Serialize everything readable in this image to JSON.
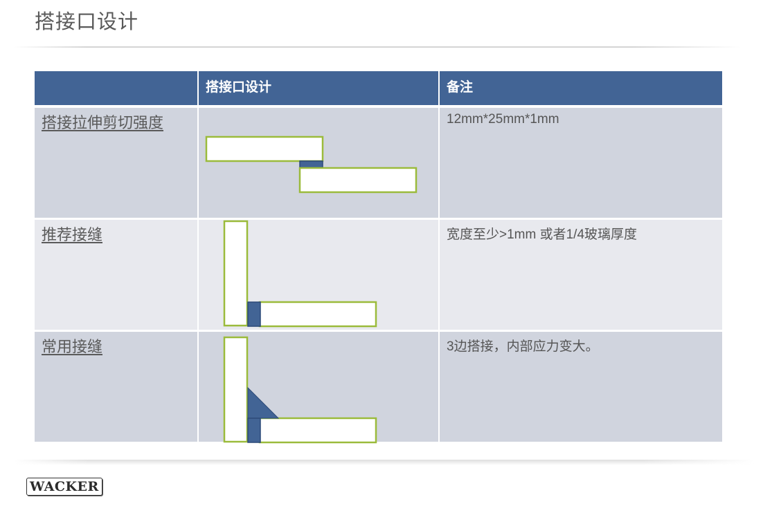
{
  "slide": {
    "title": "搭接口设计"
  },
  "table": {
    "headers": [
      "",
      "搭接口设计",
      "备注"
    ],
    "rows": [
      {
        "label": "搭接拉伸剪切强度",
        "diagram": "lap-shear-overlap",
        "note": "12mm*25mm*1mm"
      },
      {
        "label": "推荐接缝",
        "diagram": "recommended-corner-joint",
        "note": "宽度至少>1mm 或者1/4玻璃厚度"
      },
      {
        "label": "常用接缝",
        "diagram": "common-corner-joint-with-fillet",
        "note": "3边搭接，内部应力变大。"
      }
    ]
  },
  "footer": {
    "logo": "WACKER"
  },
  "colors": {
    "header_bg": "#426495",
    "row_dark": "#d0d4de",
    "row_light": "#e8e9ee",
    "substrate_outline": "#9bbb3b",
    "adhesive_fill": "#426495"
  }
}
